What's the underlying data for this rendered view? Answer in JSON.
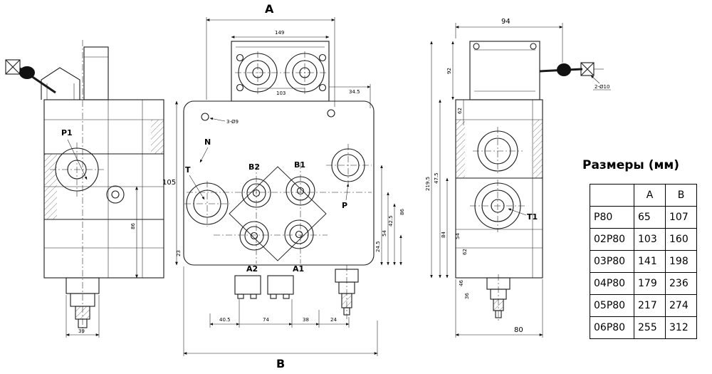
{
  "drawing": {
    "labels": {
      "a": "A",
      "b": "B",
      "d94": "94",
      "d105": "105",
      "d149": "149",
      "d103": "103",
      "d34_5": "34.5",
      "note3d9": "3-Ø9",
      "note2d10": "2-Ø10",
      "d80": "80",
      "d39": "39",
      "d86L": "86",
      "d86R": "86",
      "d42_5": "42.5",
      "d54F": "54",
      "d24_5": "24.5",
      "d23": "23",
      "d40_5": "40.5",
      "d74": "74",
      "d38": "38",
      "d24": "24",
      "d92": "92",
      "d62a": "62",
      "d62b": "62",
      "d219_5": "219.5",
      "d47_5": "47.5",
      "d84": "84",
      "d54R": "54",
      "d46": "46",
      "d36": "36"
    },
    "ports": {
      "p1": "P1",
      "n": "N",
      "t": "T",
      "b2": "B2",
      "b1": "B1",
      "p": "P",
      "a2": "A2",
      "a1": "A1",
      "t1": "T1"
    }
  },
  "table": {
    "title": "Размеры (мм)",
    "col_model": "",
    "col_a": "A",
    "col_b": "B",
    "rows": [
      {
        "model": "P80",
        "a": "65",
        "b": "107"
      },
      {
        "model": "02P80",
        "a": "103",
        "b": "160"
      },
      {
        "model": "03P80",
        "a": "141",
        "b": "198"
      },
      {
        "model": "04P80",
        "a": "179",
        "b": "236"
      },
      {
        "model": "05P80",
        "a": "217",
        "b": "274"
      },
      {
        "model": "06P80",
        "a": "255",
        "b": "312"
      }
    ]
  }
}
